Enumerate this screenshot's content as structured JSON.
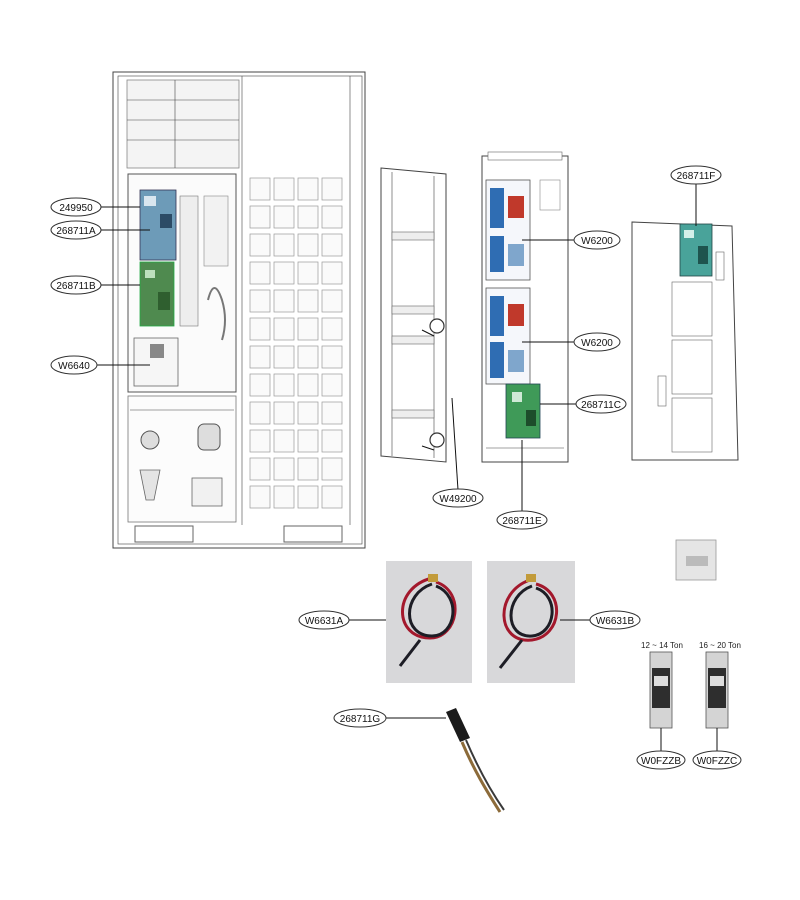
{
  "callouts": {
    "c249950": "249950",
    "c268711A": "268711A",
    "c268711B": "268711B",
    "cW6640": "W6640",
    "cW6200a": "W6200",
    "cW6200b": "W6200",
    "c268711C": "268711C",
    "c268711F": "268711F",
    "cW49200": "W49200",
    "c268711E": "268711E",
    "cW6631A": "W6631A",
    "cW6631B": "W6631B",
    "c268711G": "268711G",
    "cW0FZZB": "W0FZZB",
    "cW0FZZC": "W0FZZC"
  },
  "fuse_labels": {
    "left": "12 ~ 14 Ton",
    "right": "16 ~ 20 Ton"
  }
}
